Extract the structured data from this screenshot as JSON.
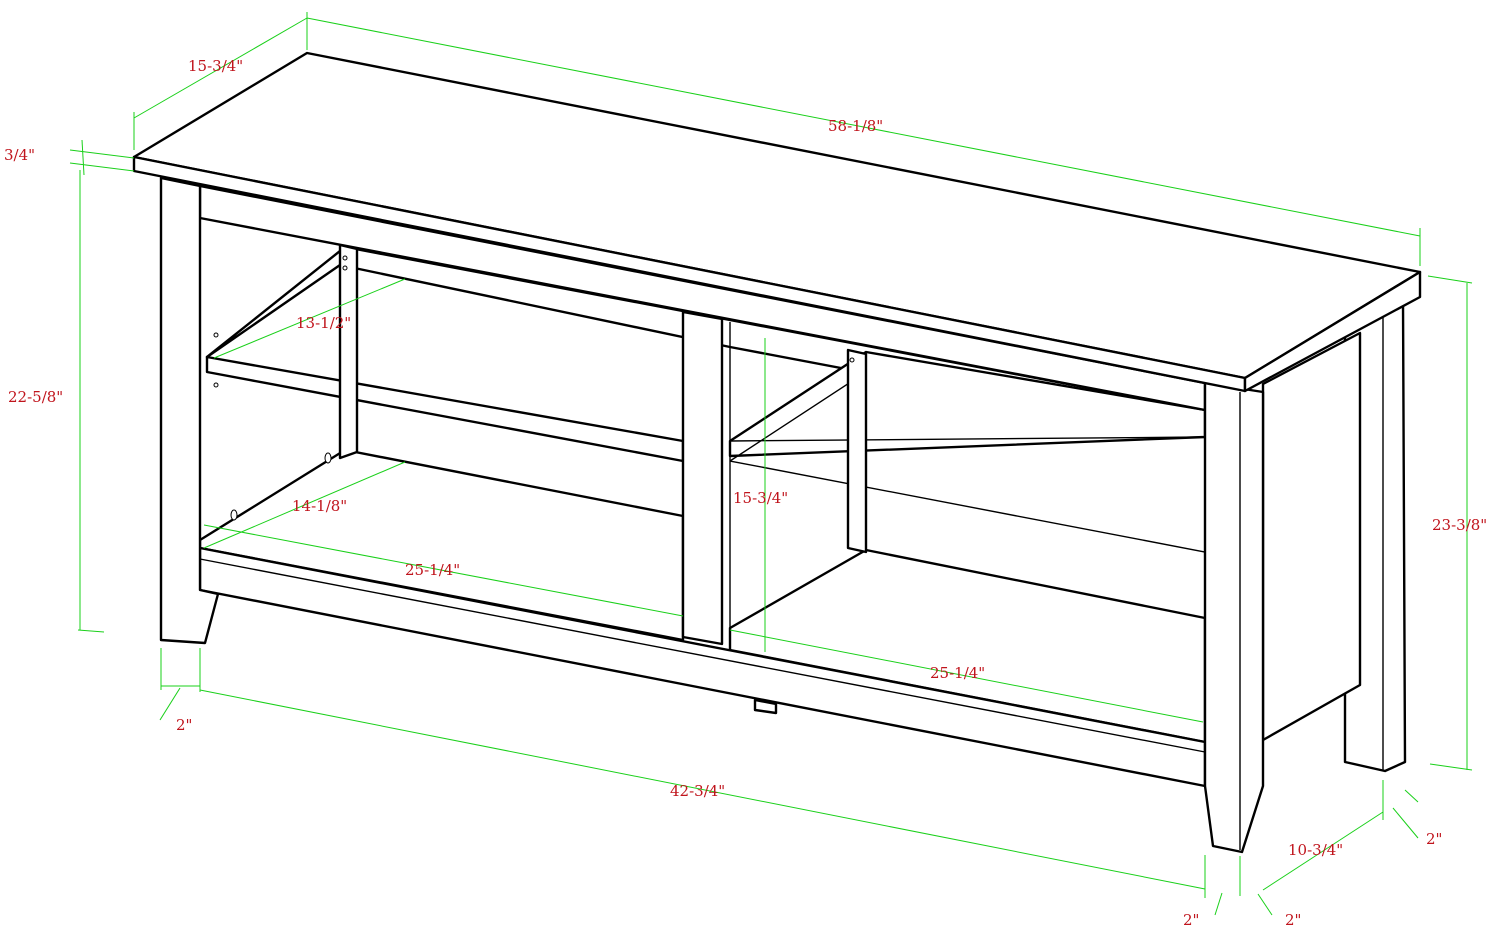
{
  "colors": {
    "line": "#000000",
    "dimension_line": "#1ad01a",
    "dimension_text": "#c0141c",
    "background": "#ffffff"
  },
  "dimensions": {
    "top_depth": "15-3/4\"",
    "overall_width": "58-1/8\"",
    "top_thickness": "3/4\"",
    "left_height": "22-5/8\"",
    "right_height": "23-3/8\"",
    "upper_shelf_depth": "13-1/2\"",
    "lower_shelf_depth": "14-1/8\"",
    "divider_height": "15-3/4\"",
    "left_compartment_width": "25-1/4\"",
    "right_compartment_width": "25-1/4\"",
    "leg_width_front_left": "2\"",
    "inner_width": "42-3/4\"",
    "leg_width_front_right_a": "2\"",
    "leg_width_front_right_b": "2\"",
    "side_depth": "10-3/4\"",
    "leg_width_back_right": "2\""
  }
}
